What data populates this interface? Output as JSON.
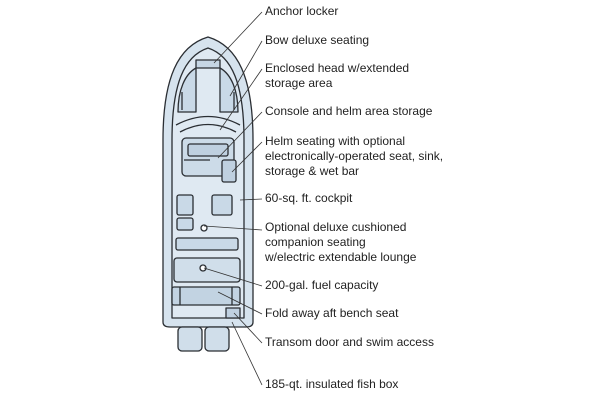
{
  "colors": {
    "hull_fill": "#d6e3ee",
    "hull_stroke": "#2a2e33",
    "leader": "#333333",
    "text": "#222222"
  },
  "callouts": [
    {
      "id": "anchor-locker",
      "lines": [
        "Anchor locker"
      ]
    },
    {
      "id": "bow-seating",
      "lines": [
        "Bow deluxe seating"
      ]
    },
    {
      "id": "enclosed-head",
      "lines": [
        "Enclosed head w/extended",
        "storage area"
      ]
    },
    {
      "id": "console-storage",
      "lines": [
        "Console and helm area storage"
      ]
    },
    {
      "id": "helm-seating",
      "lines": [
        "Helm seating with optional",
        "electronically-operated seat, sink,",
        "storage & wet bar"
      ]
    },
    {
      "id": "cockpit",
      "lines": [
        "60-sq. ft. cockpit"
      ]
    },
    {
      "id": "companion-seating",
      "lines": [
        "Optional deluxe cushioned",
        "companion seating",
        "w/electric extendable lounge"
      ]
    },
    {
      "id": "fuel-capacity",
      "lines": [
        "200-gal. fuel capacity"
      ]
    },
    {
      "id": "aft-bench",
      "lines": [
        "Fold away aft bench seat"
      ]
    },
    {
      "id": "transom-door",
      "lines": [
        "Transom door and swim access"
      ]
    },
    {
      "id": "fish-box",
      "lines": [
        "185-qt. insulated fish box"
      ]
    }
  ]
}
